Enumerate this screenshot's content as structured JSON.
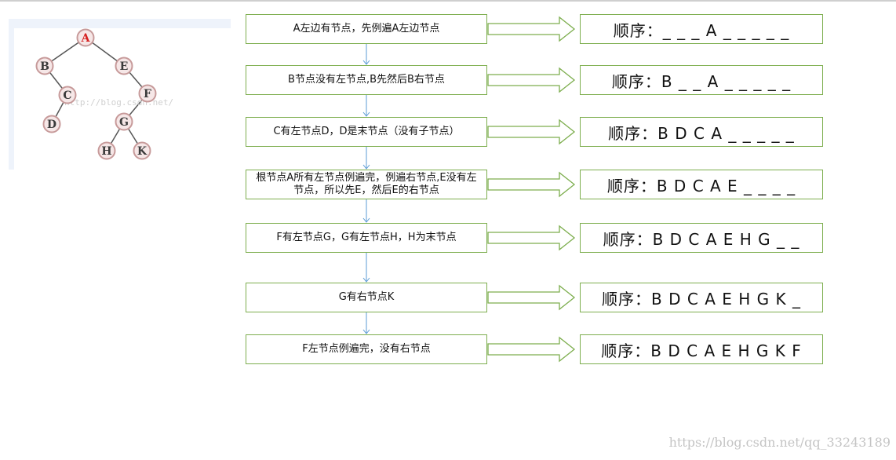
{
  "tree": {
    "nodes": [
      {
        "id": "A",
        "label": "A",
        "color": "#d62020"
      },
      {
        "id": "B",
        "label": "B",
        "color": "#3a3a3a"
      },
      {
        "id": "E",
        "label": "E",
        "color": "#3a3a3a"
      },
      {
        "id": "C",
        "label": "C",
        "color": "#3a3a3a"
      },
      {
        "id": "F",
        "label": "F",
        "color": "#3a3a3a"
      },
      {
        "id": "D",
        "label": "D",
        "color": "#3a3a3a"
      },
      {
        "id": "G",
        "label": "G",
        "color": "#3a3a3a"
      },
      {
        "id": "H",
        "label": "H",
        "color": "#3a3a3a"
      },
      {
        "id": "K",
        "label": "K",
        "color": "#3a3a3a"
      }
    ],
    "edges": [
      [
        "A",
        "B"
      ],
      [
        "A",
        "E"
      ],
      [
        "B",
        "C"
      ],
      [
        "C",
        "D"
      ],
      [
        "E",
        "F"
      ],
      [
        "F",
        "G"
      ],
      [
        "G",
        "H"
      ],
      [
        "G",
        "K"
      ]
    ],
    "node_fill": "#f6e7e7",
    "node_stroke": "#c79a9a",
    "watermark": "http://blog.csdn.net/"
  },
  "steps": [
    {
      "text": "A左边有节点，先例遍A左边节点",
      "order": "顺序：_ _ _ A _ _ _ _ _"
    },
    {
      "text": "B节点没有左节点,B先然后B右节点",
      "order": "顺序：B _ _ A _ _ _ _ _"
    },
    {
      "text": "C有左节点D，D是末节点（没有子节点）",
      "order": "顺序：B D C A _ _ _ _ _"
    },
    {
      "text": "根节点A所有左节点例遍完，例遍右节点,E没有左节点，所以先E，然后E的右节点",
      "order": "顺序：B D C A E _ _ _ _"
    },
    {
      "text": "F有左节点G，G有左节点H，H为末节点",
      "order": "顺序：B D C A E H G _ _"
    },
    {
      "text": "G有右节点K",
      "order": "顺序：B D C A E H G K _"
    },
    {
      "text": "F左节点例遍完，没有右节点",
      "order": "顺序：B D C A E H G K F"
    }
  ],
  "colors": {
    "box_border": "#7dae4e",
    "down_arrow": "#5b9bd5"
  },
  "watermark": "https://blog.csdn.net/qq_33243189"
}
